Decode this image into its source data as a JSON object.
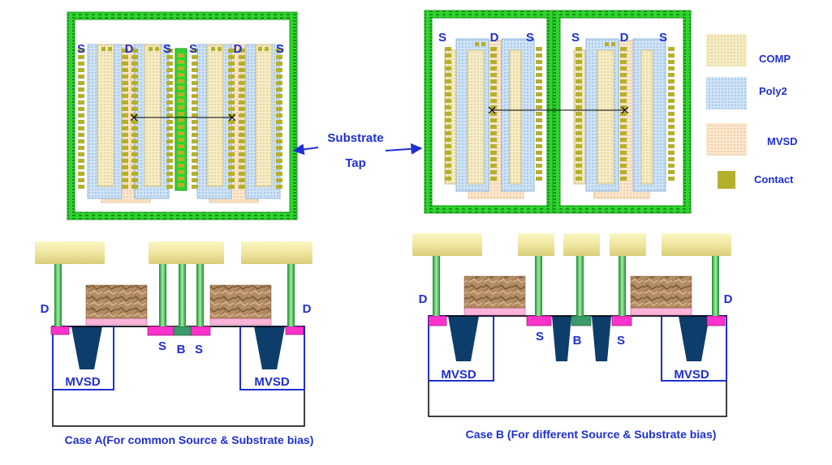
{
  "substrate_tap": {
    "line1": "Substrate",
    "line2": "Tap"
  },
  "legend": {
    "comp": "COMP",
    "poly2": "Poly2",
    "mvsd": "MVSD",
    "contact": "Contact"
  },
  "layout_a": {
    "labels": [
      "S",
      "D",
      "S",
      "S",
      "D",
      "S"
    ]
  },
  "layout_b": {
    "labels": [
      "S",
      "D",
      "S",
      "S",
      "D",
      "S"
    ]
  },
  "case_a": {
    "caption": "Case A(For common Source & Substrate bias)",
    "d_left": "D",
    "d_right": "D",
    "s1": "S",
    "b": "B",
    "s2": "S",
    "mvsd_left": "MVSD",
    "mvsd_right": "MVSD"
  },
  "case_b": {
    "caption": "Case B (For different Source & Substrate bias)",
    "d_left": "D",
    "d_right": "D",
    "s1": "S",
    "b": "B",
    "s2": "S",
    "mvsd_left": "MVSD",
    "mvsd_right": "MVSD"
  },
  "colors": {
    "tap_green": "#2ed42e",
    "contact": "#b5b02c",
    "poly": "#b8d4f0",
    "comp": "#f2e6b4",
    "mvsd_orange": "#f7dcb8",
    "label_blue": "#1f2fd0",
    "pink": "#ff33cc",
    "navy": "#0d3d6b",
    "body_green": "#3a9a6a"
  }
}
